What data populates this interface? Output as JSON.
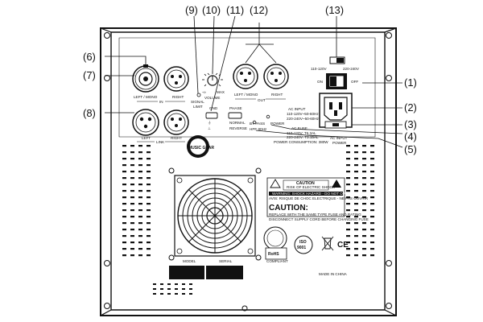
{
  "callouts": {
    "c1": "(1)",
    "c2": "(2)",
    "c3": "(3)",
    "c4": "(4)",
    "c5": "(5)",
    "c6": "(6)",
    "c7": "(7)",
    "c8": "(8)",
    "c9": "(9)",
    "c10": "(10)",
    "c11": "(11)",
    "c12": "(12)",
    "c13": "(13)"
  },
  "labels": {
    "left_mono": "LEFT / MONO",
    "right": "RIGHT",
    "in": "IN",
    "out": "OUT",
    "out_left_mono": "LEFT / MONO",
    "out_right": "RIGHT",
    "link": "LINK",
    "link_left": "LEFT",
    "link_right": "RIGHT",
    "signal_limit": "SIGNAL\nLIMIT",
    "volume": "VOLUME",
    "vol_min": "-∞",
    "vol_max": "MAX",
    "gnd": "GND",
    "phase": "PHASE",
    "normal": "NORMAL",
    "reverse": "REVERSE",
    "bypass": "BY PASS",
    "hpf": "HPF 80Hz",
    "power": "POWER",
    "volt_110": "110-120V",
    "volt_220": "220-240V",
    "on": "ON",
    "off": "OFF",
    "ac_input_title": "AC INPUT",
    "ac_input_line1": "110-120V~50-60Hz",
    "ac_input_line2": "220-240V~50-60Hz",
    "ac_fuse": "AC FUSE",
    "fuse_line1": "110-120V: T6.3AL",
    "fuse_line2": "220-240V: T3.15AL",
    "power_consumption": "POWER CONSUMPTION: 380W",
    "ac_input_power": "AC INPUT\nPOWER",
    "badge_text": "MUSIC GEAR",
    "caution_header": "CAUTION",
    "caution_small1": "RISK OF ELECTRIC SHOCK",
    "caution_small2": "DO NOT OPEN",
    "warning_line1": "WARNING: SHOCK HAZARD - DO NOT OPEN",
    "warning_line2": "AVIS: RISQUE DE CHOC ELECTRIQUE - NE PAS OUVRIR",
    "caution_big": "CAUTION:",
    "caution_text1": "REPLACE WITH THE SAME TYPE FUSE AND RATING",
    "caution_text2": "DISCONNECT SUPPLY CORD BEFORE CHANGING FUSE",
    "rohs": "RoHS",
    "rohs_sub": "COMPLIANT",
    "iso": "ISO",
    "iso_num": "9001",
    "ce": "CE",
    "model": "MODEL",
    "serial": "SERIAL",
    "made_in": "MADE IN CHINA"
  }
}
